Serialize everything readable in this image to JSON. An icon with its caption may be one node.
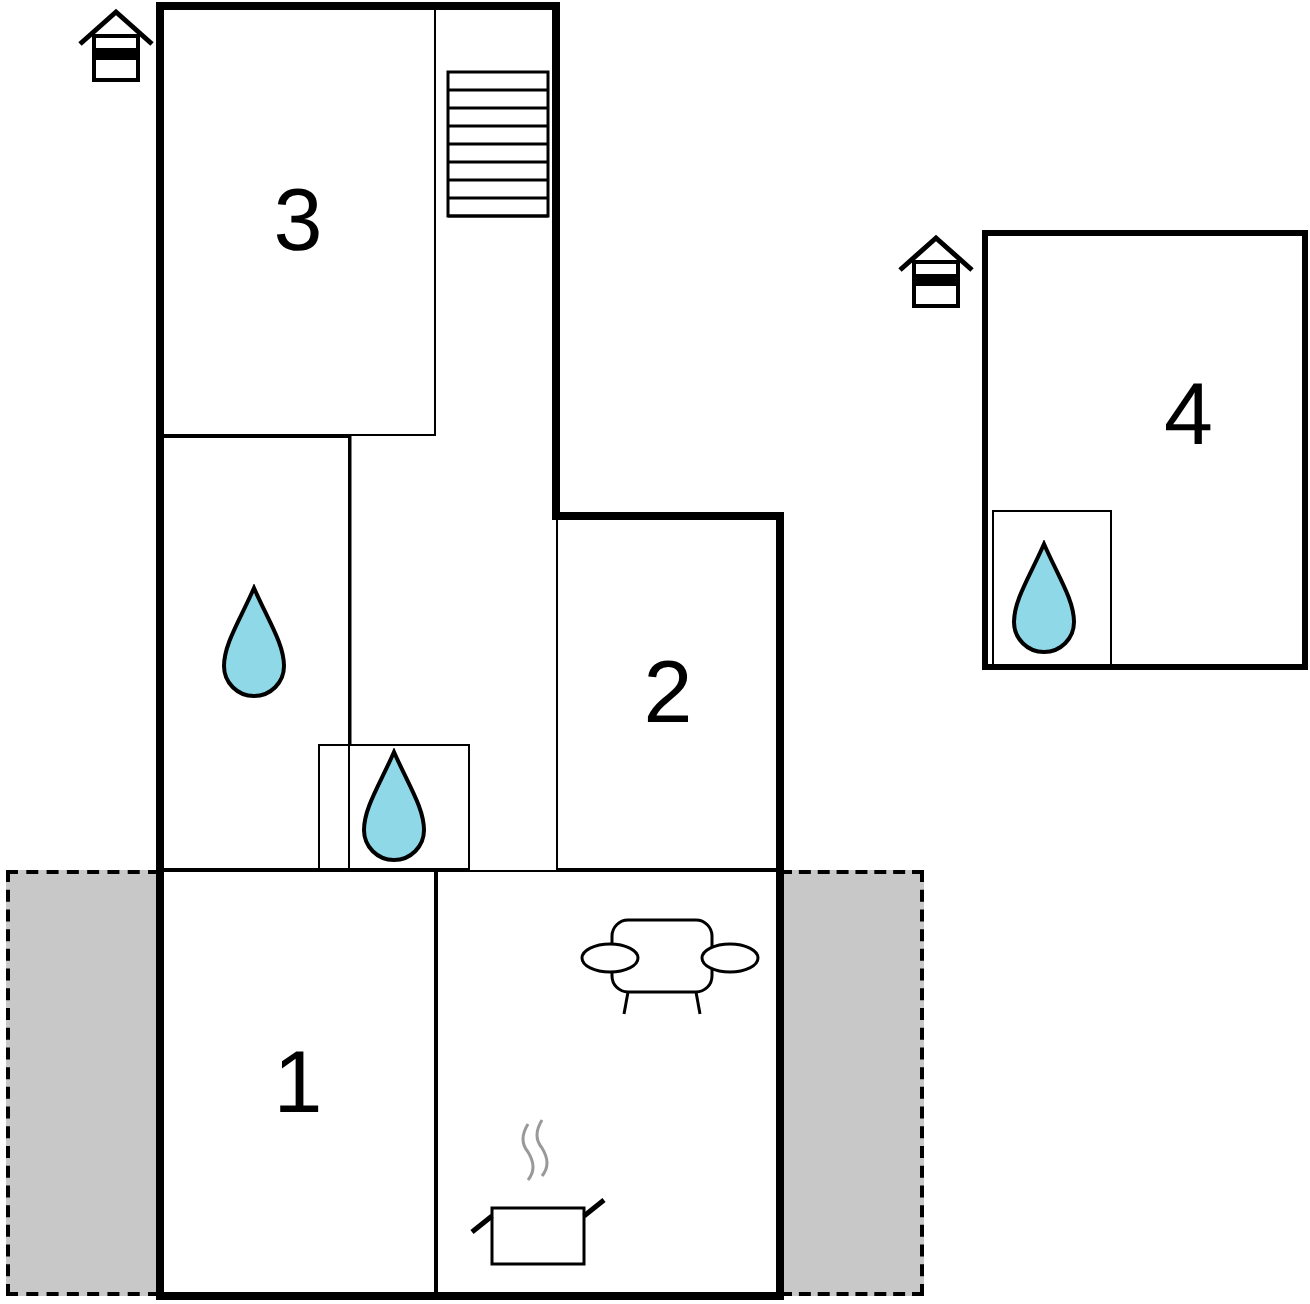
{
  "diagram": {
    "nodes": [
      {
        "text": [
          "3"
        ]
      },
      {
        "text": [],
        "shape": "box"
      },
      {
        "text": [],
        "shape": "box"
      },
      {
        "text": [
          "2"
        ]
      },
      {
        "text": [],
        "shape": "box"
      },
      {
        "text": [
          "1"
        ]
      },
      {
        "text": [],
        "shape": "box"
      },
      {
        "text": [],
        "shape": "box"
      },
      {
        "text": [
          "4"
        ]
      },
      {
        "text": [],
        "shape": "box",
        "in": 8
      }
    ],
    "edges": []
  }
}
